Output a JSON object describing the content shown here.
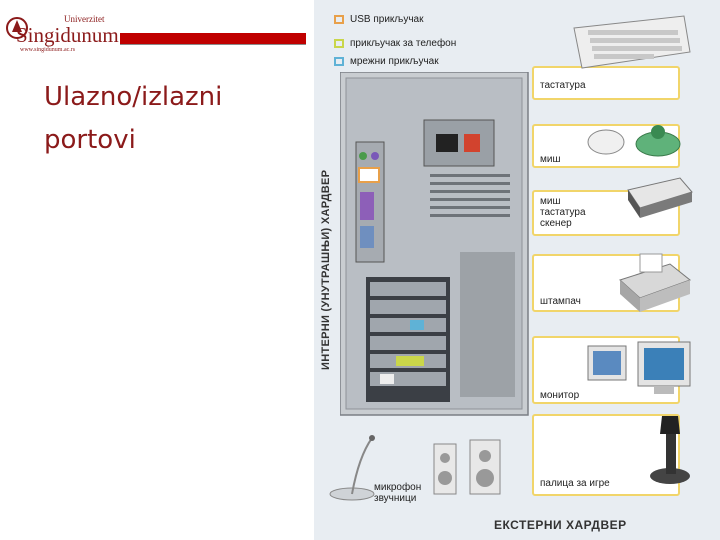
{
  "logo": {
    "univ": "Univerzitet",
    "name": "Singidunum",
    "url": "www.singidunum.ac.rs"
  },
  "title": "Ulazno/izlazni\nportovi",
  "diagram": {
    "legend": [
      {
        "label": "USB прикључак",
        "color": "#e8a04a"
      },
      {
        "label": "прикључак за телефон",
        "color": "#c9d64a"
      },
      {
        "label": "мрежни прикључак",
        "color": "#5fb2d6"
      }
    ],
    "internal_label": "ИНТЕРНИ (УНУТРАШЊИ) ХАРДВЕР",
    "external_label": "ЕКСТЕРНИ ХАРДВЕР",
    "devices": {
      "keyboard": "тастатура",
      "mouse": "миш",
      "ps2": "миш\nтастатура\nскенер",
      "printer": "штампач",
      "monitor": "монитор",
      "joystick": "палица за игре",
      "audio": "микрофон\nзвучници"
    }
  }
}
